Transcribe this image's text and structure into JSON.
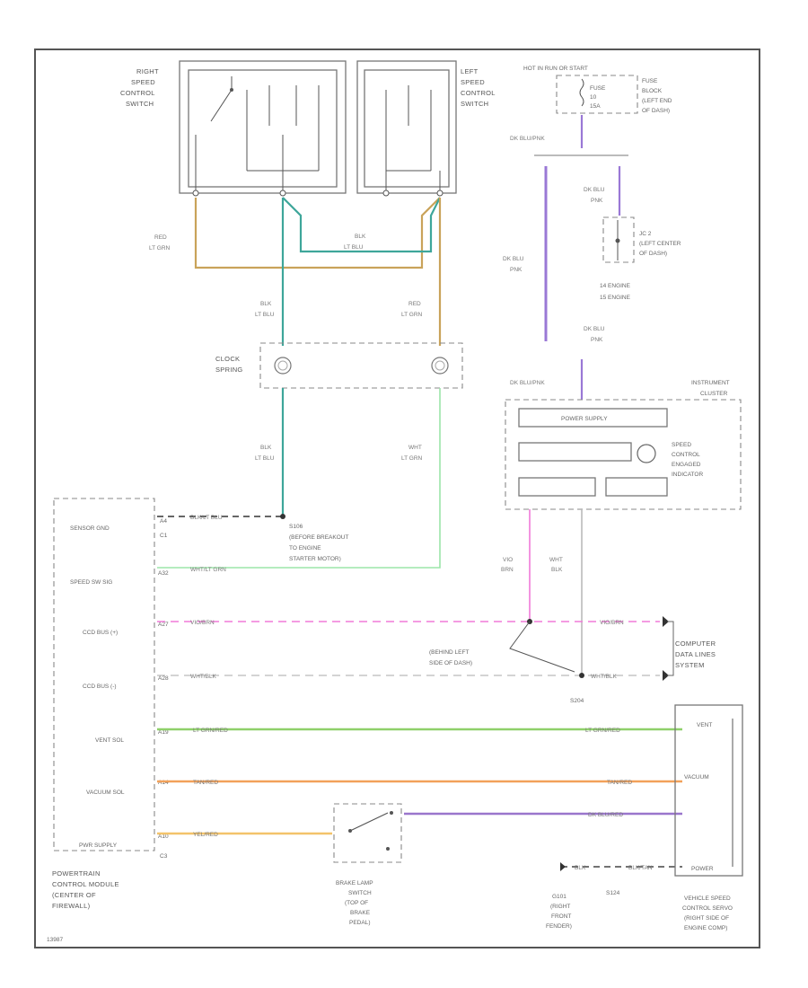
{
  "labels": {
    "right_switch": [
      "RIGHT",
      "SPEED",
      "CONTROL",
      "SWITCH"
    ],
    "left_switch": [
      "LEFT",
      "SPEED",
      "CONTROL",
      "SWITCH"
    ],
    "hot_in_run": "HOT IN RUN OR START",
    "fuse_block": [
      "FUSE",
      "BLOCK",
      "(LEFT END",
      "OF DASH)"
    ],
    "fuse_text": [
      "FUSE",
      "10",
      "15A"
    ],
    "jc2": [
      "JC 2",
      "(LEFT CENTER",
      "OF DASH)"
    ],
    "engine_wiring": [
      "14  ENGINE",
      "15  ENGINE"
    ],
    "instrument_cluster": [
      "INSTRUMENT",
      "CLUSTER"
    ],
    "power_supply": "POWER SUPPLY",
    "speed_ctrl_ind": [
      "SPEED",
      "CONTROL",
      "ENGAGED",
      "INDICATOR"
    ],
    "clock_spring": [
      "CLOCK",
      "SPRING"
    ],
    "s106": [
      "S106",
      "(BEFORE BREAKOUT",
      "TO ENGINE",
      "STARTER MOTOR)"
    ],
    "s204": "S204",
    "behind_left": [
      "(BEHIND LEFT",
      "SIDE OF DASH)"
    ],
    "computer_data": [
      "COMPUTER",
      "DATA LINES",
      "SYSTEM"
    ],
    "pcm": [
      "POWERTRAIN",
      "CONTROL MODULE",
      "(CENTER OF",
      "FIREWALL)"
    ],
    "brake_lamp": [
      "BRAKE LAMP",
      "SWITCH",
      "(TOP OF",
      "BRAKE",
      "PEDAL)"
    ],
    "g101": [
      "G101",
      "(RIGHT",
      "FRONT",
      "FENDER)"
    ],
    "s124": "S124",
    "servo": [
      "VEHICLE SPEED",
      "CONTROL SERVO",
      "(RIGHT SIDE OF",
      "ENGINE COMP)"
    ],
    "pcm_pins": [
      "SENSOR GND",
      "SPEED SW SIG",
      "CCD BUS (+)",
      "CCD BUS (-)",
      "VENT SOL",
      "VACUUM SOL",
      "PWR SUPPLY"
    ],
    "pin_codes": [
      "C1",
      "C1",
      "C3"
    ],
    "pcm_connectors": [
      "A4",
      "A32",
      "A27",
      "A28",
      "A19",
      "A14",
      "A10"
    ],
    "servo_pins": [
      "VENT",
      "VACUUM",
      "",
      "POWER"
    ],
    "footer_code": "13987"
  },
  "wires": {
    "red_lt_grn": [
      "RED",
      "LT GRN"
    ],
    "blk_lt_blu": [
      "BLK",
      "LT BLU"
    ],
    "dk_blu_pnk": [
      "DK BLU",
      "PNK"
    ],
    "dk_blu_pnk_short": "DK BLU/PNK",
    "wht_lt_grn": [
      "WHT",
      "LT GRN"
    ],
    "blk_lt_blu_pcm": "BLK/LT BLU",
    "wht_lt_grn_pcm": "WHT/LT GRN",
    "vio_brn": "VIO/BRN",
    "wht_blk": "WHT/BLK",
    "lt_grn_red": "LT GRN/RED",
    "tan_red": "TAN/RED",
    "yel_red": "YEL/RED",
    "dk_blu_red": "DK BLU/RED",
    "blk": "BLK",
    "blk_tan": "BLK/TAN",
    "vio_brn_v": [
      "VIO",
      "BRN"
    ],
    "wht_blk_v": [
      "WHT",
      "BLK"
    ]
  },
  "colors": {
    "red_lt_grn": "#c9a35a",
    "blk_lt_blu": "#3ea69a",
    "dk_blu_pnk": "#9a78d6",
    "wht_lt_grn": "#9be5a8",
    "vio_brn": "#f07ad8",
    "wht_blk": "#bbbbbb",
    "lt_grn_red": "#8fd06a",
    "tan_red": "#f2a15a",
    "yel_red": "#f3c36a",
    "dk_blu_red": "#9a76cc",
    "ground": "#444444"
  }
}
